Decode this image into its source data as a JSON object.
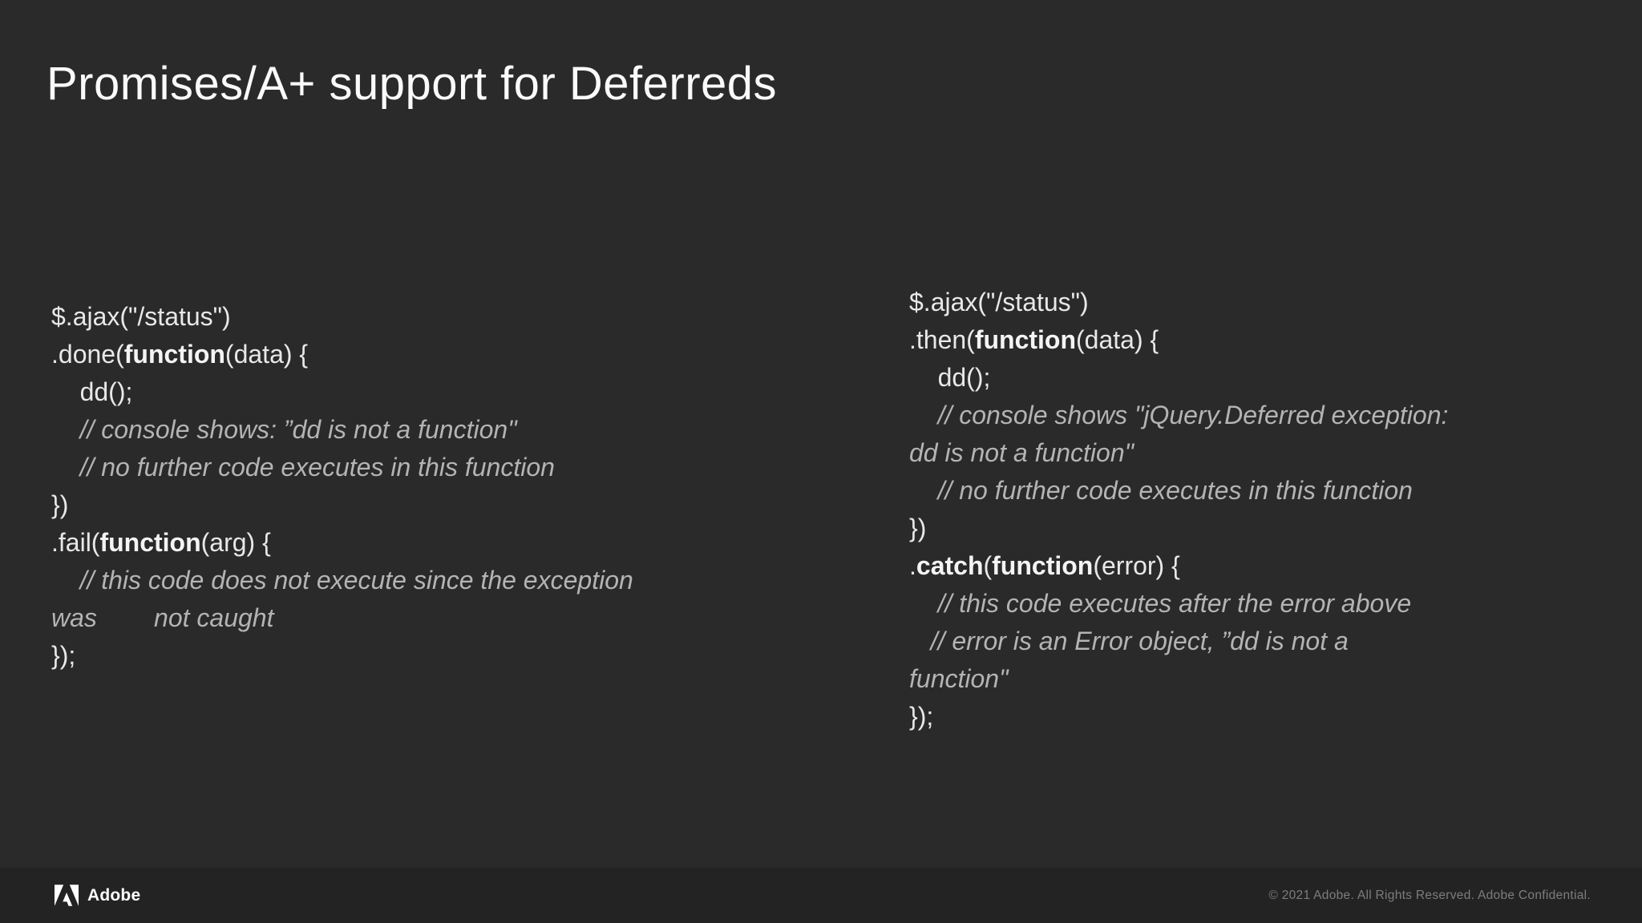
{
  "slide": {
    "title": "Promises/A+ support for Deferreds"
  },
  "code_blocks": [
    {
      "id": "left",
      "lines": [
        [
          {
            "t": "$.ajax(\"/status\")",
            "s": "plain"
          }
        ],
        [
          {
            "t": ".done(",
            "s": "plain"
          },
          {
            "t": "function",
            "s": "bold"
          },
          {
            "t": "(data) {",
            "s": "plain"
          }
        ],
        [
          {
            "t": "    dd();",
            "s": "plain"
          }
        ],
        [
          {
            "t": "    // console shows: ”dd is not a function\"",
            "s": "comment"
          }
        ],
        [
          {
            "t": "    // no further code executes in this function",
            "s": "comment"
          }
        ],
        [
          {
            "t": "})",
            "s": "plain"
          }
        ],
        [
          {
            "t": ".fail(",
            "s": "plain"
          },
          {
            "t": "function",
            "s": "bold"
          },
          {
            "t": "(arg) {",
            "s": "plain"
          }
        ],
        [
          {
            "t": "    // this code does not execute since the exception",
            "s": "comment"
          }
        ],
        [
          {
            "t": "was        not caught",
            "s": "comment"
          }
        ],
        [
          {
            "t": "});",
            "s": "plain"
          }
        ]
      ]
    },
    {
      "id": "right",
      "lines": [
        [
          {
            "t": "$.ajax(\"/status\")",
            "s": "plain"
          }
        ],
        [
          {
            "t": ".then(",
            "s": "plain"
          },
          {
            "t": "function",
            "s": "bold"
          },
          {
            "t": "(data) {",
            "s": "plain"
          }
        ],
        [
          {
            "t": "    dd();",
            "s": "plain"
          }
        ],
        [
          {
            "t": "    // console shows \"jQuery.Deferred exception:",
            "s": "comment"
          }
        ],
        [
          {
            "t": "dd is not a function\"",
            "s": "comment"
          }
        ],
        [
          {
            "t": "    // no further code executes in this function",
            "s": "comment"
          }
        ],
        [
          {
            "t": "})",
            "s": "plain"
          }
        ],
        [
          {
            "t": ".",
            "s": "plain"
          },
          {
            "t": "catch",
            "s": "bold"
          },
          {
            "t": "(",
            "s": "plain"
          },
          {
            "t": "function",
            "s": "bold"
          },
          {
            "t": "(error) {",
            "s": "plain"
          }
        ],
        [
          {
            "t": "    // this code executes after the error above",
            "s": "comment"
          }
        ],
        [
          {
            "t": "   // error is an Error object, ”dd is not a",
            "s": "comment"
          }
        ],
        [
          {
            "t": "function\"",
            "s": "comment"
          }
        ],
        [
          {
            "t": "});",
            "s": "plain"
          }
        ]
      ]
    }
  ],
  "footer": {
    "brand": "Adobe",
    "copyright": "© 2021 Adobe. All Rights Reserved. Adobe Confidential."
  },
  "icons": {
    "adobe_logo": "adobe-a-mark"
  },
  "colors": {
    "background": "#2a2a2a",
    "footer_background": "#232323",
    "title": "#fafafa",
    "code": "#e8e8e8",
    "comment": "#b4b4b4",
    "footer_text": "#7d7d7d",
    "logo": "#ffffff"
  }
}
